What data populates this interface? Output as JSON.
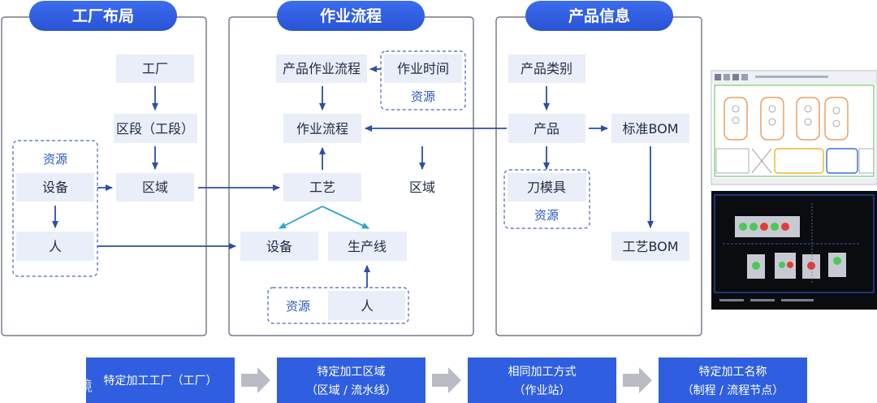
{
  "panels": {
    "factory": {
      "title": "工厂布局"
    },
    "process": {
      "title": "作业流程"
    },
    "product": {
      "title": "产品信息"
    }
  },
  "factory": {
    "factory": "工厂",
    "section": "区段（工段）",
    "area": "区域",
    "resource_label": "资源",
    "equipment": "设备",
    "person": "人"
  },
  "process": {
    "product_flow": "产品作业流程",
    "work_time": "作业时间",
    "work_time_resource": "资源",
    "work_flow": "作业流程",
    "craft": "工艺",
    "area": "区域",
    "equipment": "设备",
    "line": "生产线",
    "resource_label": "资源",
    "person": "人"
  },
  "product": {
    "category": "产品类别",
    "product": "产品",
    "std_bom": "标准BOM",
    "tooling": "刀模具",
    "tooling_resource": "资源",
    "craft_bom": "工艺BOM"
  },
  "flow_bar": [
    {
      "line1": "特定加工工厂（工厂）",
      "line2": ""
    },
    {
      "line1": "特定加工区域",
      "line2": "（区域 / 流水线）"
    },
    {
      "line1": "相同加工方式",
      "line2": "（作业站）"
    },
    {
      "line1": "特定加工名称",
      "line2": "（制程 / 流程节点）"
    }
  ],
  "watermark": "大数跨境",
  "colors": {
    "accent": "#2f5fe0",
    "node_fill": "#eaeef8",
    "arrow": "#2d4ea8",
    "teal_arrow": "#2aa6cf",
    "panel_border": "#5a5f6e",
    "dashed": "#4b64b8"
  }
}
